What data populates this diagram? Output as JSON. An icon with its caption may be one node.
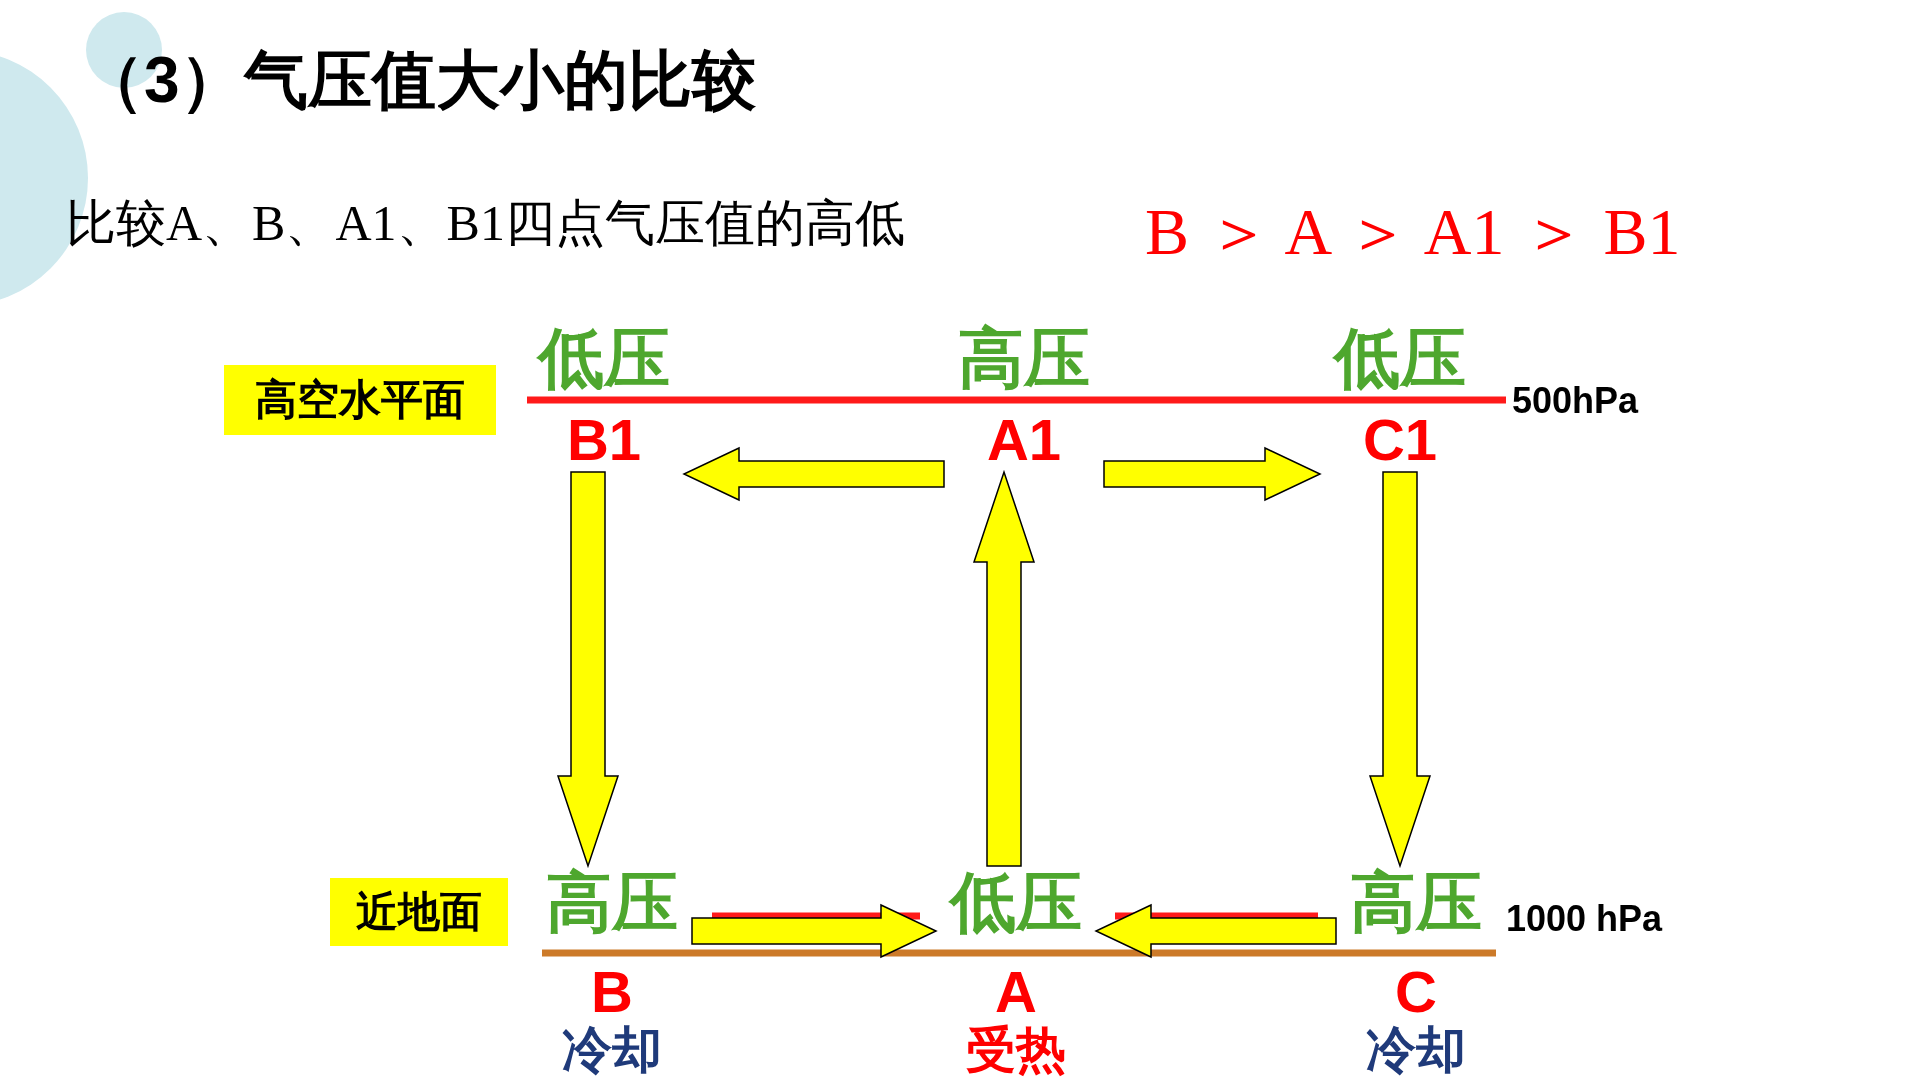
{
  "diagram": {
    "title": "（3）气压值大小的比较",
    "nodes": [
      {
        "text": [
          "低压",
          "B1"
        ]
      },
      {
        "text": [
          "高压",
          "A1"
        ]
      },
      {
        "text": [
          "低压",
          "C1"
        ]
      },
      {
        "text": [
          "高压",
          "B"
        ],
        "beside": [
          "冷却"
        ]
      },
      {
        "text": [
          "低压",
          "A"
        ],
        "beside": [
          "受热"
        ]
      },
      {
        "text": [
          "高压",
          "C"
        ],
        "beside": [
          "冷却"
        ]
      }
    ],
    "edges": [
      {
        "from": 1,
        "to": 0,
        "arrow": "to"
      },
      {
        "from": 1,
        "to": 2,
        "arrow": "to"
      },
      {
        "from": 0,
        "to": 3,
        "arrow": "to"
      },
      {
        "from": 2,
        "to": 5,
        "arrow": "to"
      },
      {
        "from": 4,
        "to": 1,
        "arrow": "to"
      },
      {
        "from": 3,
        "to": 4,
        "arrow": "to"
      },
      {
        "from": 5,
        "to": 4,
        "arrow": "to"
      }
    ],
    "labels": [
      "比较A、B、A1、B1四点气压值的高低",
      "B ＞ A ＞ A1 ＞ B1",
      "高空水平面",
      "500hPa",
      "近地面",
      "1000 hPa"
    ]
  }
}
